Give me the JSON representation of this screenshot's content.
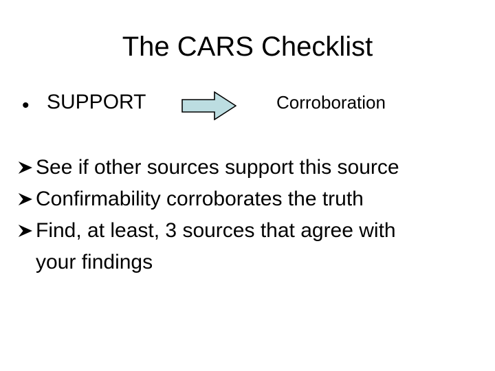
{
  "slide": {
    "title": "The CARS Checklist",
    "background_color": "#ffffff",
    "text_color": "#000000"
  },
  "primary_point": {
    "bullet_glyph": "•",
    "label": "SUPPORT",
    "connector": {
      "icon": "right-arrow-icon",
      "fill_color": "#bcdde1",
      "stroke_color": "#000000"
    },
    "target": "Corroboration"
  },
  "sub_points": {
    "bullet_glyph": "Ø",
    "items": [
      {
        "text": "See if other sources support this source",
        "wrapped": ""
      },
      {
        "text": "Confirmability corroborates the truth",
        "wrapped": ""
      },
      {
        "text": "Find, at least, 3 sources that agree with",
        "wrapped": "your findings"
      }
    ]
  }
}
